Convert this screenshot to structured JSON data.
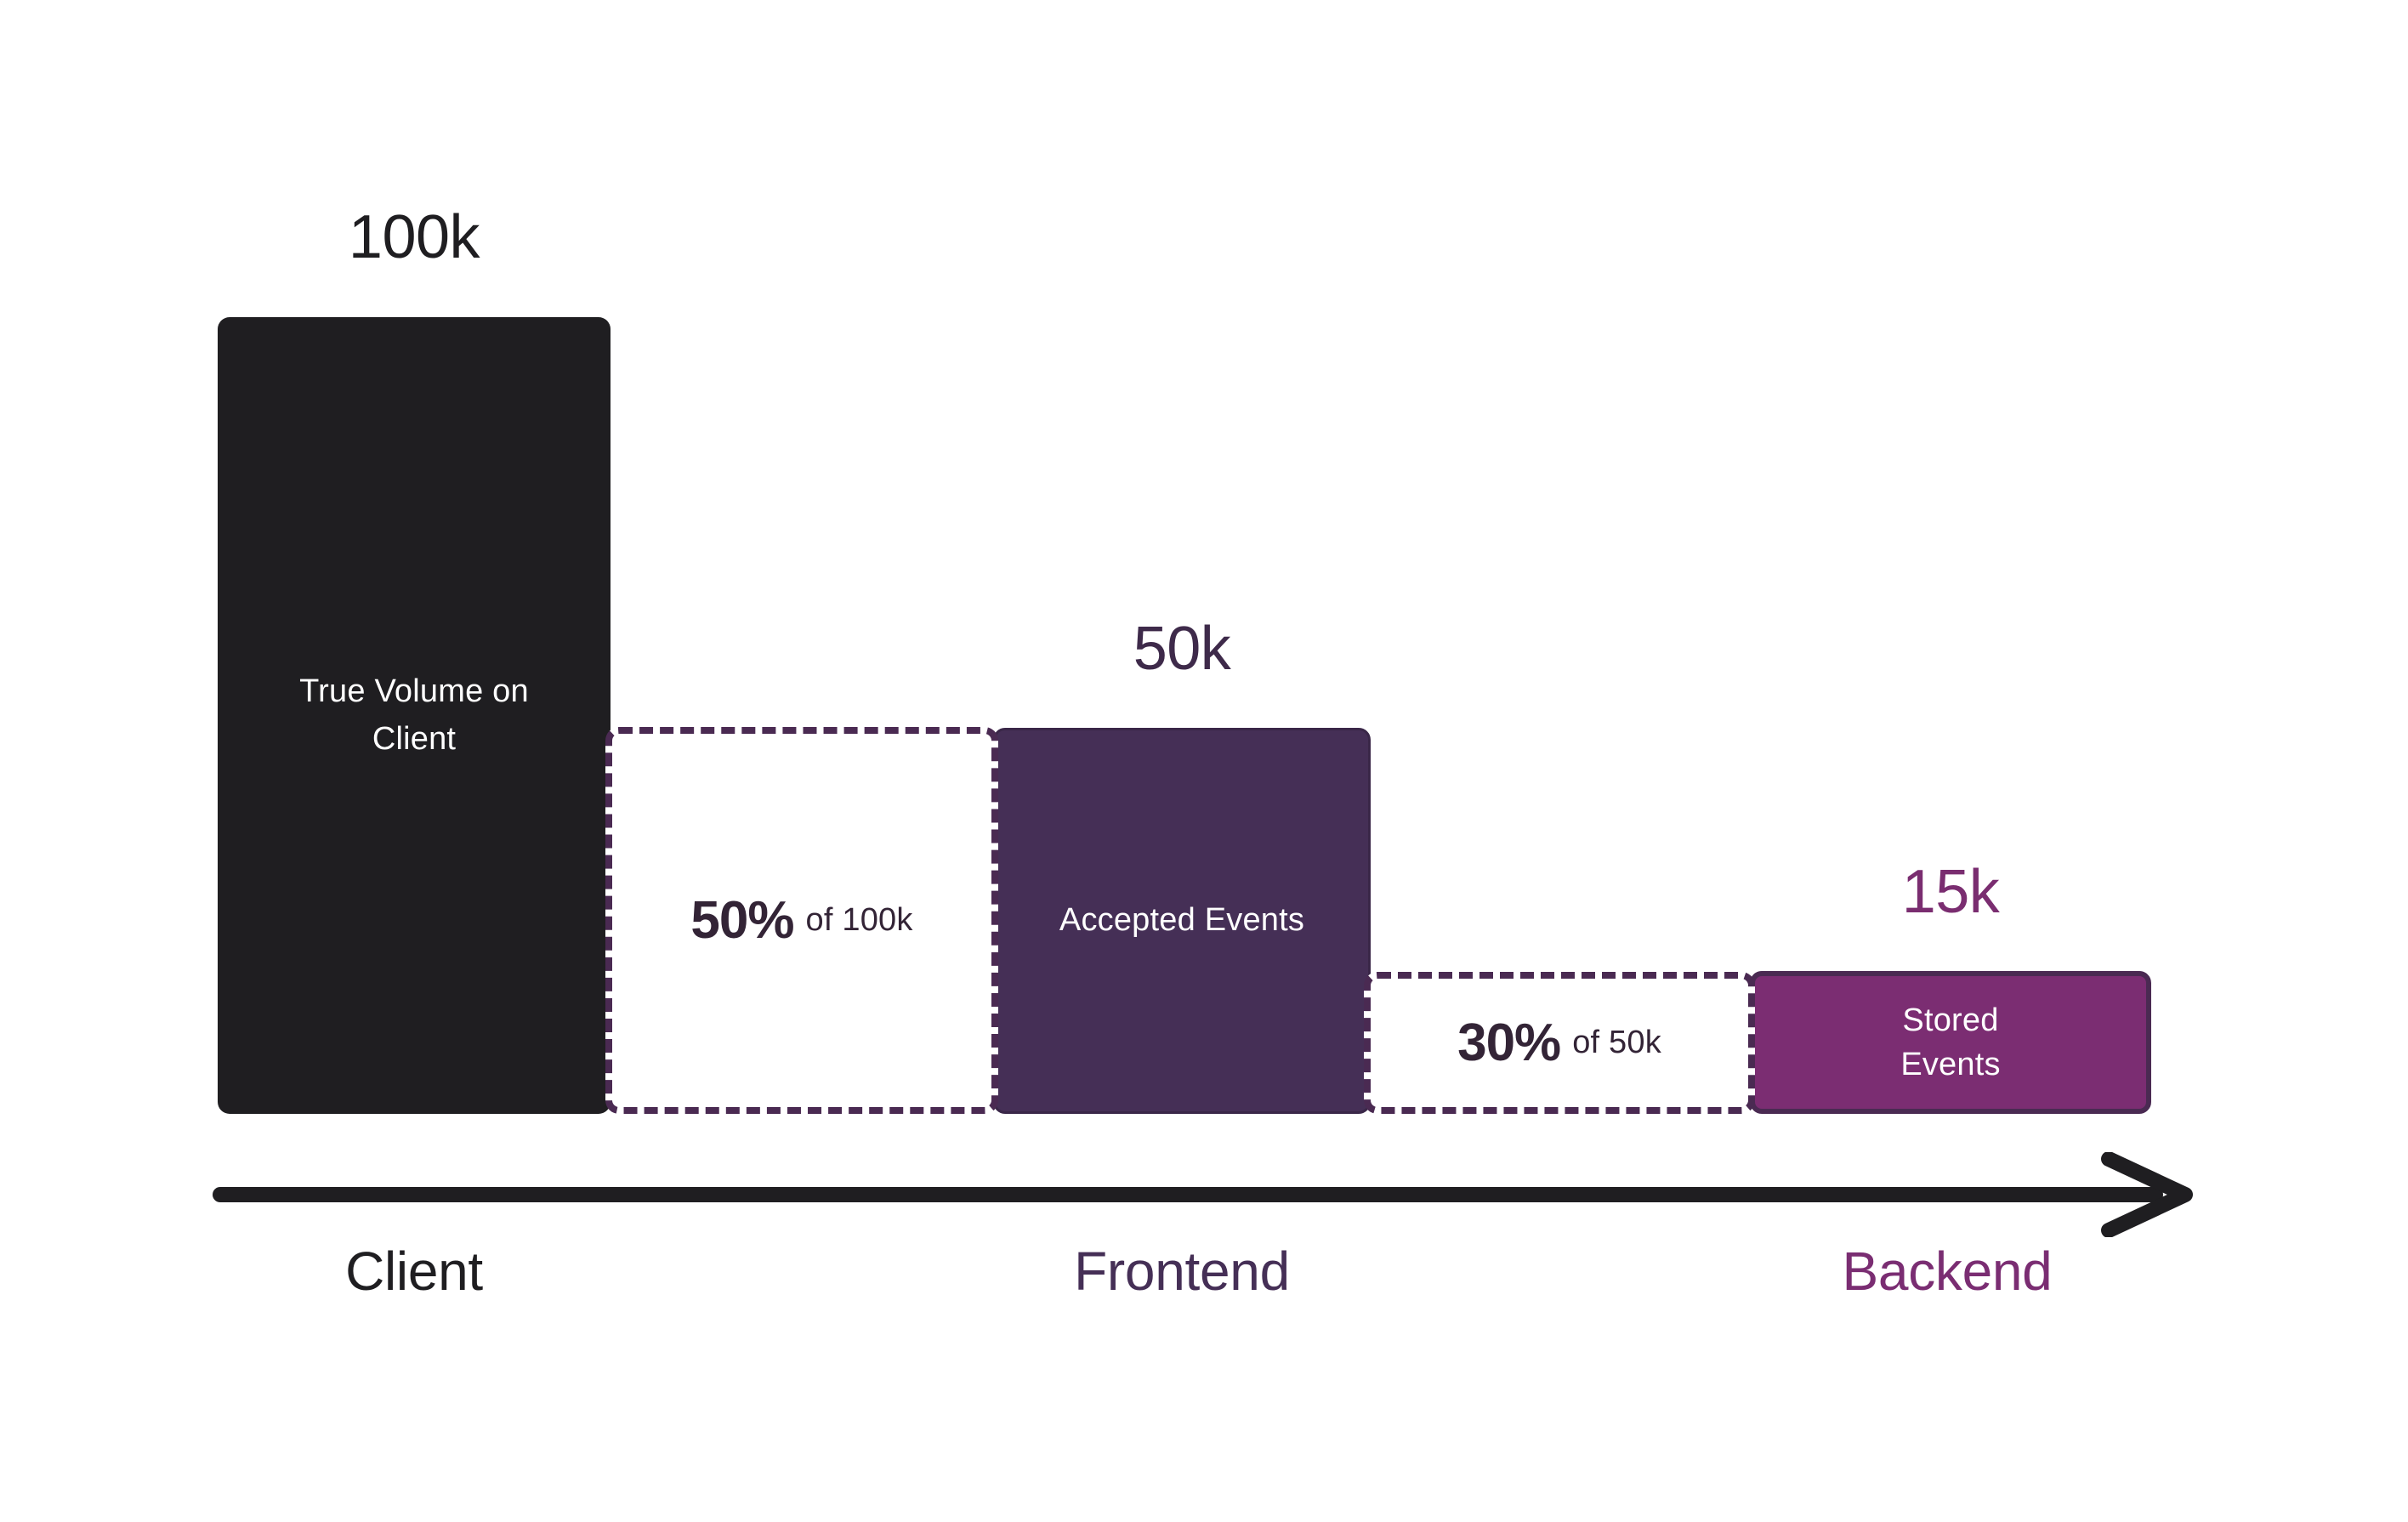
{
  "chart_data": {
    "type": "bar",
    "title": "",
    "subtitle": "",
    "xlabel": "",
    "ylabel": "",
    "grid": false,
    "legend": "none",
    "description": "Funnel / waterfall showing event volume loss across Client, Frontend and Backend stages",
    "categories": [
      "Client",
      "Frontend",
      "Backend"
    ],
    "values": [
      100000,
      50000,
      15000
    ],
    "value_labels": [
      "100k",
      "50k",
      "15k"
    ],
    "bar_labels": [
      "True Volume on Client",
      "Accepted Events",
      "Stored Events"
    ],
    "drops": [
      {
        "percent": "50%",
        "of": "of 100k",
        "from": 100000,
        "to": 50000,
        "rate": 0.5
      },
      {
        "percent": "30%",
        "of": "of 50k",
        "from": 50000,
        "to": 15000,
        "rate": 0.3
      }
    ],
    "ylim": [
      0,
      100000
    ]
  },
  "stages": [
    {
      "name": "client",
      "value_label": "100k",
      "bar_label": "True Volume on Client",
      "axis_label": "Client",
      "bar_color": "#1f1e21",
      "text_color": "#1f1e21",
      "label_color": "#ffffff"
    },
    {
      "name": "frontend",
      "value_label": "50k",
      "bar_label": "Accepted Events",
      "axis_label": "Frontend",
      "bar_color": "#452f56",
      "text_color": "#452f56",
      "label_color": "#ffffff"
    },
    {
      "name": "backend",
      "value_label": "15k",
      "bar_label": "Stored Events",
      "axis_label": "Backend",
      "bar_color": "#7b2d72",
      "text_color": "#7a2d72",
      "label_color": "#ffffff"
    }
  ],
  "drop_boxes": [
    {
      "percent": "50%",
      "of_label": "of 100k"
    },
    {
      "percent": "30%",
      "of_label": "of 50k"
    }
  ],
  "axis": {
    "arrow_direction": "right",
    "arrow_color": "#1f1e21"
  },
  "colors": {
    "background": "#ffffff",
    "dark": "#1f1e21",
    "purple_dark": "#452f56",
    "purple_bright": "#7b2d72",
    "dashed_border": "#4a2a52",
    "drop_text": "#332436"
  }
}
